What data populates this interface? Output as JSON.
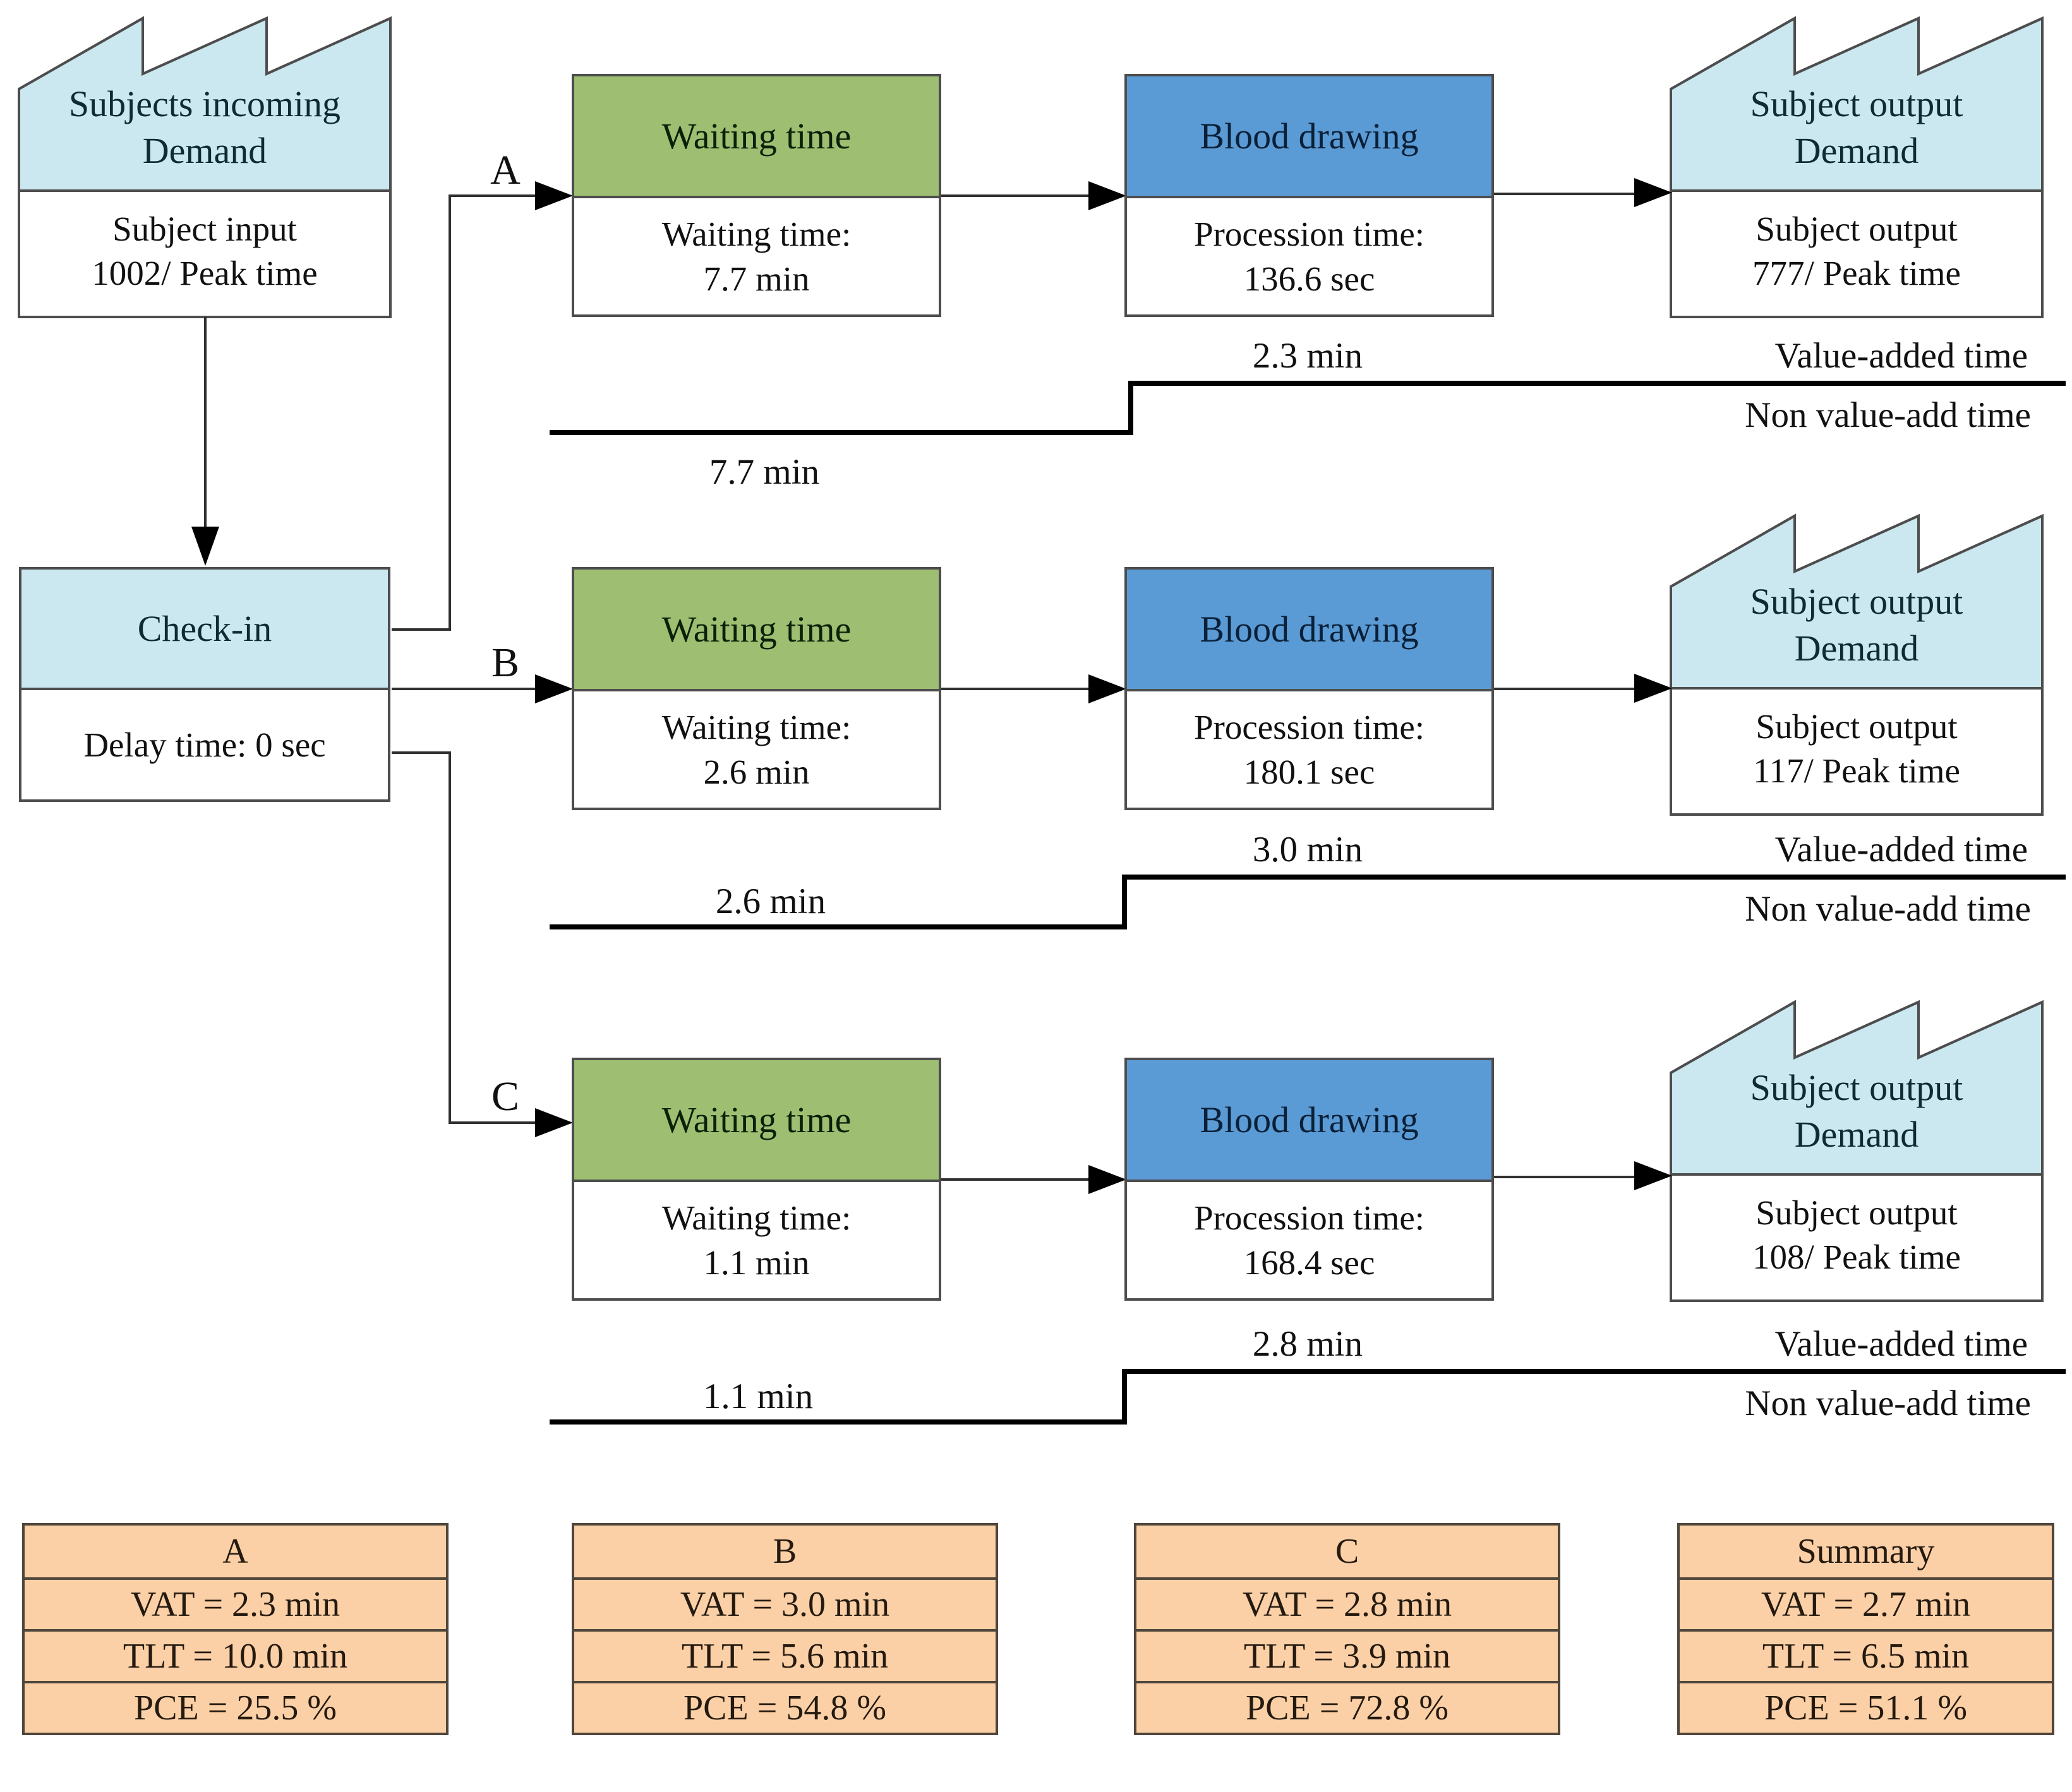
{
  "colors": {
    "factory_fill": "#cbe7f0",
    "waiting_header": "#9ebf72",
    "process_header": "#5b9bd5",
    "summary_fill": "#fcd0a6",
    "line": "#000000",
    "border": "#4d4d4d"
  },
  "input_factory": {
    "title": "Subjects incoming\nDemand",
    "body": "Subject input\n1002/ Peak time"
  },
  "checkin": {
    "title": "Check-in",
    "body": "Delay time: 0 sec"
  },
  "branches": [
    {
      "label": "A",
      "waiting": {
        "title": "Waiting time",
        "body": "Waiting time:\n7.7 min"
      },
      "process": {
        "title": "Blood drawing",
        "body": "Procession time:\n136.6 sec"
      },
      "output": {
        "title": "Subject output\nDemand",
        "body": "Subject output\n777/ Peak time"
      },
      "timeline": {
        "va_value": "2.3 min",
        "nva_value": "7.7 min",
        "va_caption": "Value-added time",
        "nva_caption": "Non value-add time"
      }
    },
    {
      "label": "B",
      "waiting": {
        "title": "Waiting time",
        "body": "Waiting time:\n2.6 min"
      },
      "process": {
        "title": "Blood drawing",
        "body": "Procession time:\n180.1 sec"
      },
      "output": {
        "title": "Subject output\nDemand",
        "body": "Subject output\n117/ Peak time"
      },
      "timeline": {
        "va_value": "3.0 min",
        "nva_value": "2.6 min",
        "va_caption": "Value-added time",
        "nva_caption": "Non value-add time"
      }
    },
    {
      "label": "C",
      "waiting": {
        "title": "Waiting time",
        "body": "Waiting time:\n1.1 min"
      },
      "process": {
        "title": "Blood drawing",
        "body": "Procession time:\n168.4 sec"
      },
      "output": {
        "title": "Subject output\nDemand",
        "body": "Subject output\n108/ Peak time"
      },
      "timeline": {
        "va_value": "2.8 min",
        "nva_value": "1.1 min",
        "va_caption": "Value-added time",
        "nva_caption": "Non value-add time"
      }
    }
  ],
  "summary_tables": [
    {
      "title": "A",
      "rows": [
        "VAT = 2.3 min",
        "TLT = 10.0 min",
        "PCE = 25.5 %"
      ]
    },
    {
      "title": "B",
      "rows": [
        "VAT = 3.0 min",
        "TLT = 5.6 min",
        "PCE = 54.8 %"
      ]
    },
    {
      "title": "C",
      "rows": [
        "VAT = 2.8 min",
        "TLT = 3.9 min",
        "PCE = 72.8 %"
      ]
    },
    {
      "title": "Summary",
      "rows": [
        "VAT = 2.7 min",
        "TLT = 6.5 min",
        "PCE = 51.1 %"
      ]
    }
  ]
}
